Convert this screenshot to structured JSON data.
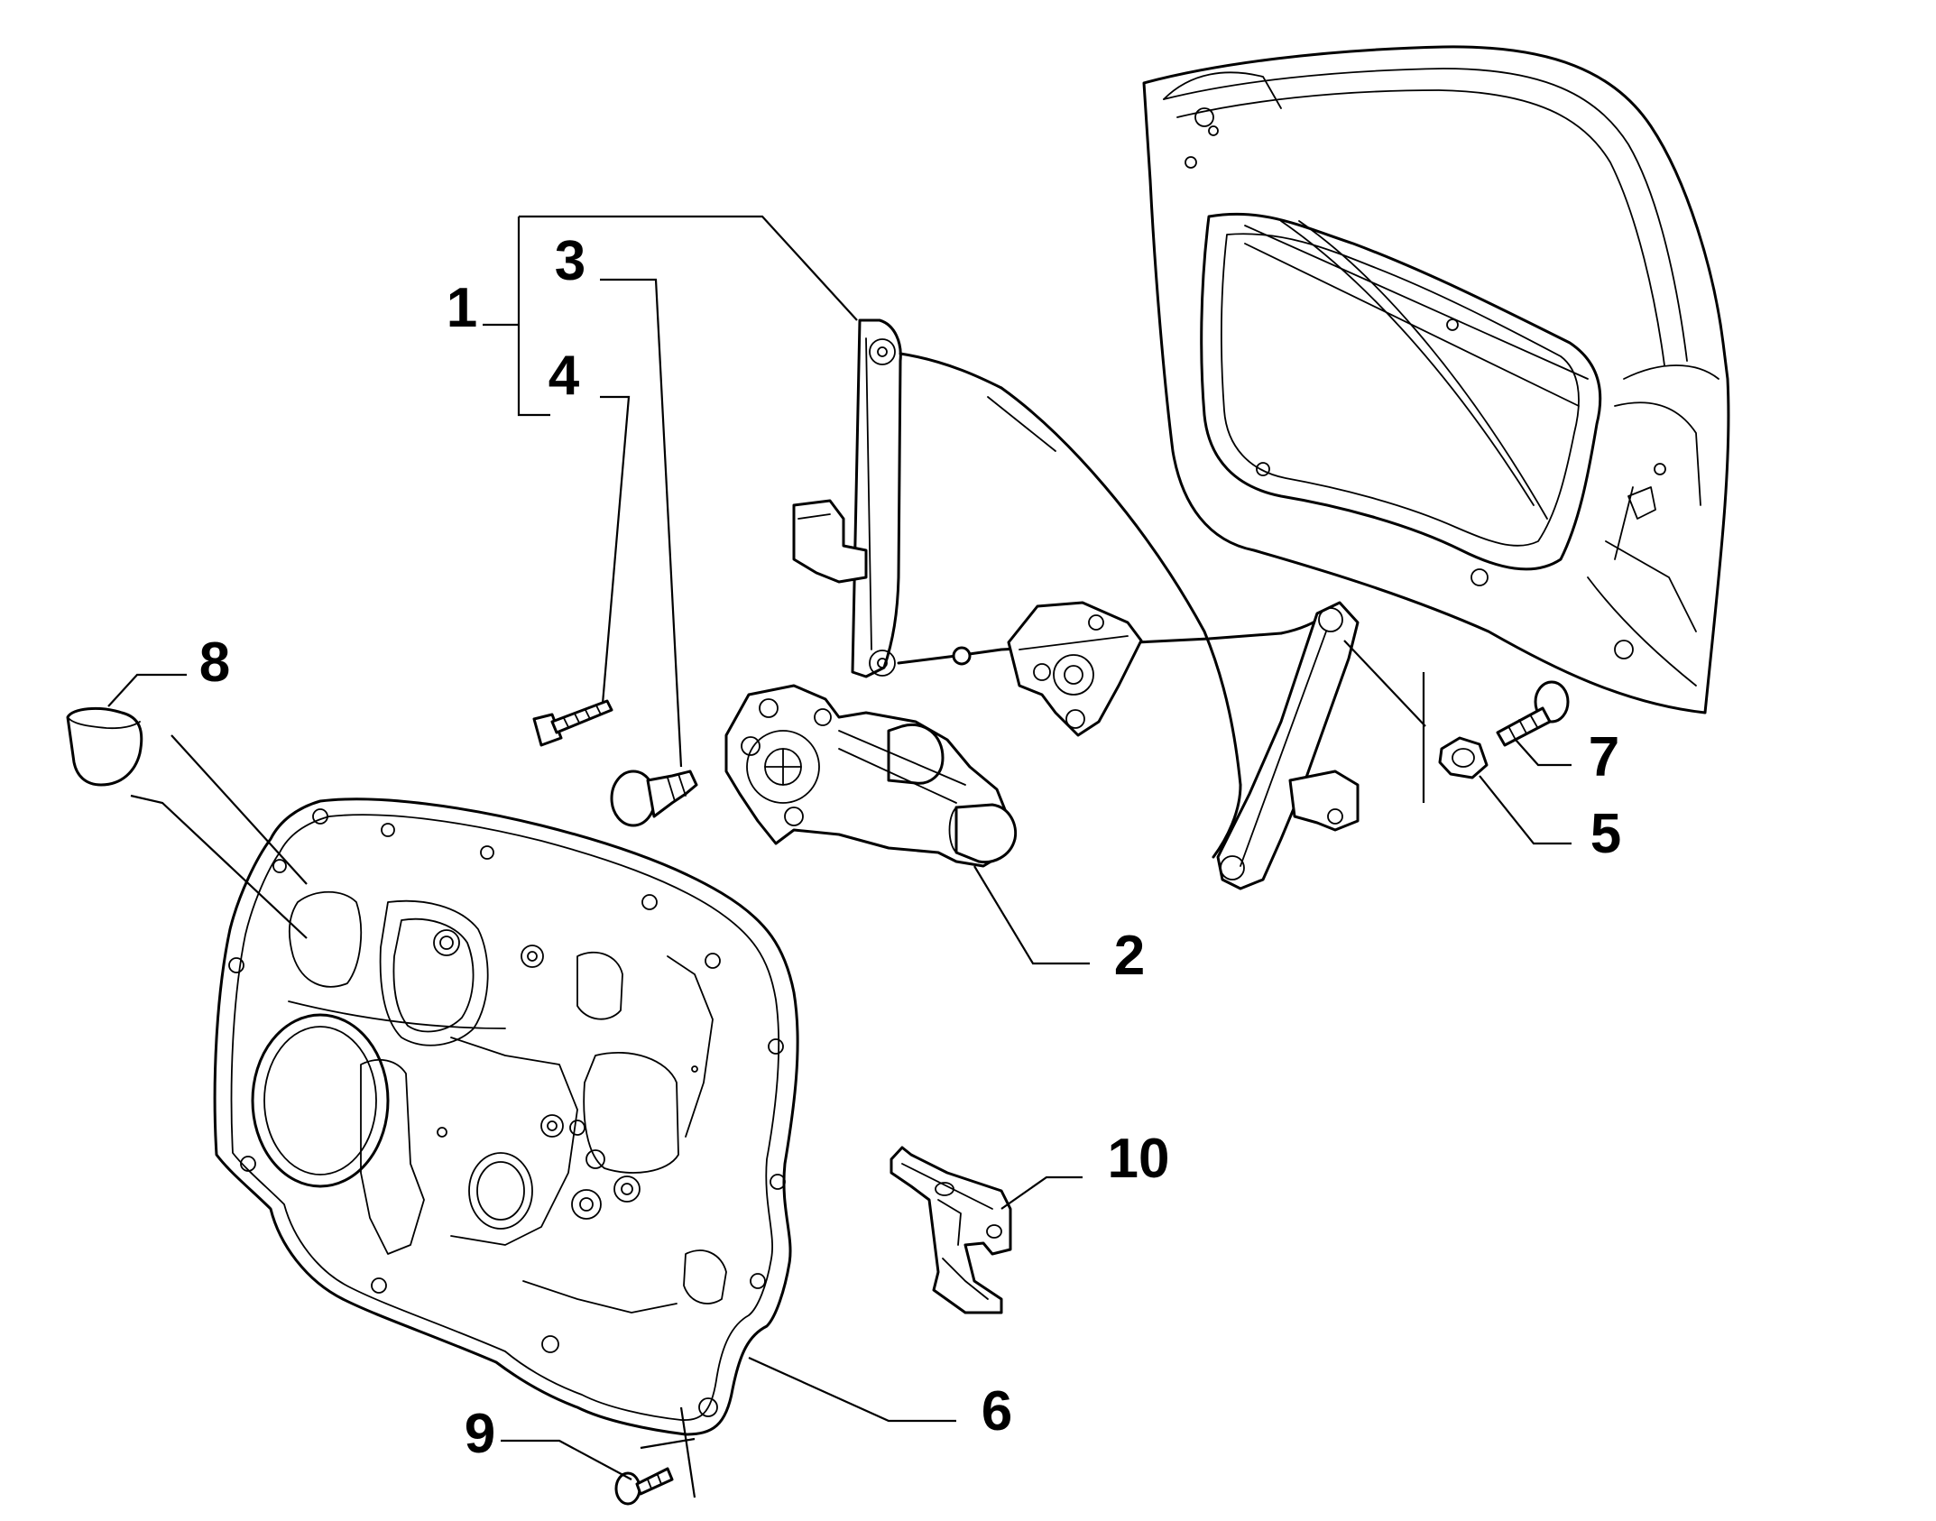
{
  "diagram": {
    "type": "exploded-parts-diagram",
    "callouts": [
      {
        "id": "1",
        "label": "1",
        "part": "window-regulator"
      },
      {
        "id": "2",
        "label": "2",
        "part": "regulator-motor"
      },
      {
        "id": "3",
        "label": "3",
        "part": "plastic-push-fastener"
      },
      {
        "id": "4",
        "label": "4",
        "part": "screw"
      },
      {
        "id": "5",
        "label": "5",
        "part": "nut"
      },
      {
        "id": "6",
        "label": "6",
        "part": "door-inner-panel"
      },
      {
        "id": "7",
        "label": "7",
        "part": "bolt"
      },
      {
        "id": "8",
        "label": "8",
        "part": "plug-cap"
      },
      {
        "id": "9",
        "label": "9",
        "part": "screw"
      },
      {
        "id": "10",
        "label": "10",
        "part": "bracket"
      }
    ],
    "colors": {
      "line": "#000000",
      "background": "#ffffff"
    }
  }
}
